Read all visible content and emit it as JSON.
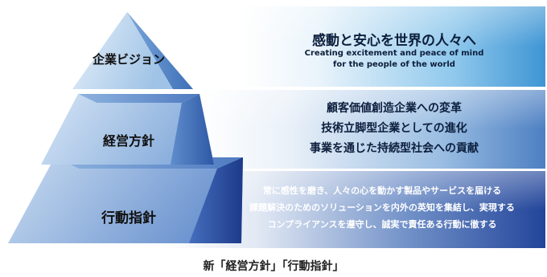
{
  "tiers": {
    "vision": {
      "label": "企業ビジョン",
      "headline": "感動と安心を世界の人々へ",
      "english_line1": "Creating excitement and peace of mind",
      "english_line2": "for the people of the world"
    },
    "management": {
      "label": "経営方針",
      "lines": [
        "顧客価値創造企業への変革",
        "技術立脚型企業としての進化",
        "事業を通じた持続型社会への貢献"
      ]
    },
    "action": {
      "label": "行動指針",
      "lines": [
        "常に感性を磨き、人々の心を動かす製品やサービスを届ける",
        "課題解決のためのソリューションを内外の英知を集結し、実現する",
        "コンプライアンスを遵守し、誠実で責任ある行動に徹する"
      ]
    }
  },
  "caption": "新「経営方針」「行動指針」",
  "colors": {
    "band_top_end": "#3e95d4",
    "band_mid_end": "#4c7fc2",
    "band_bot_end": "#23459a",
    "pyramid_light": "#c9def3",
    "pyramid_dark": "#1f3f8f"
  }
}
